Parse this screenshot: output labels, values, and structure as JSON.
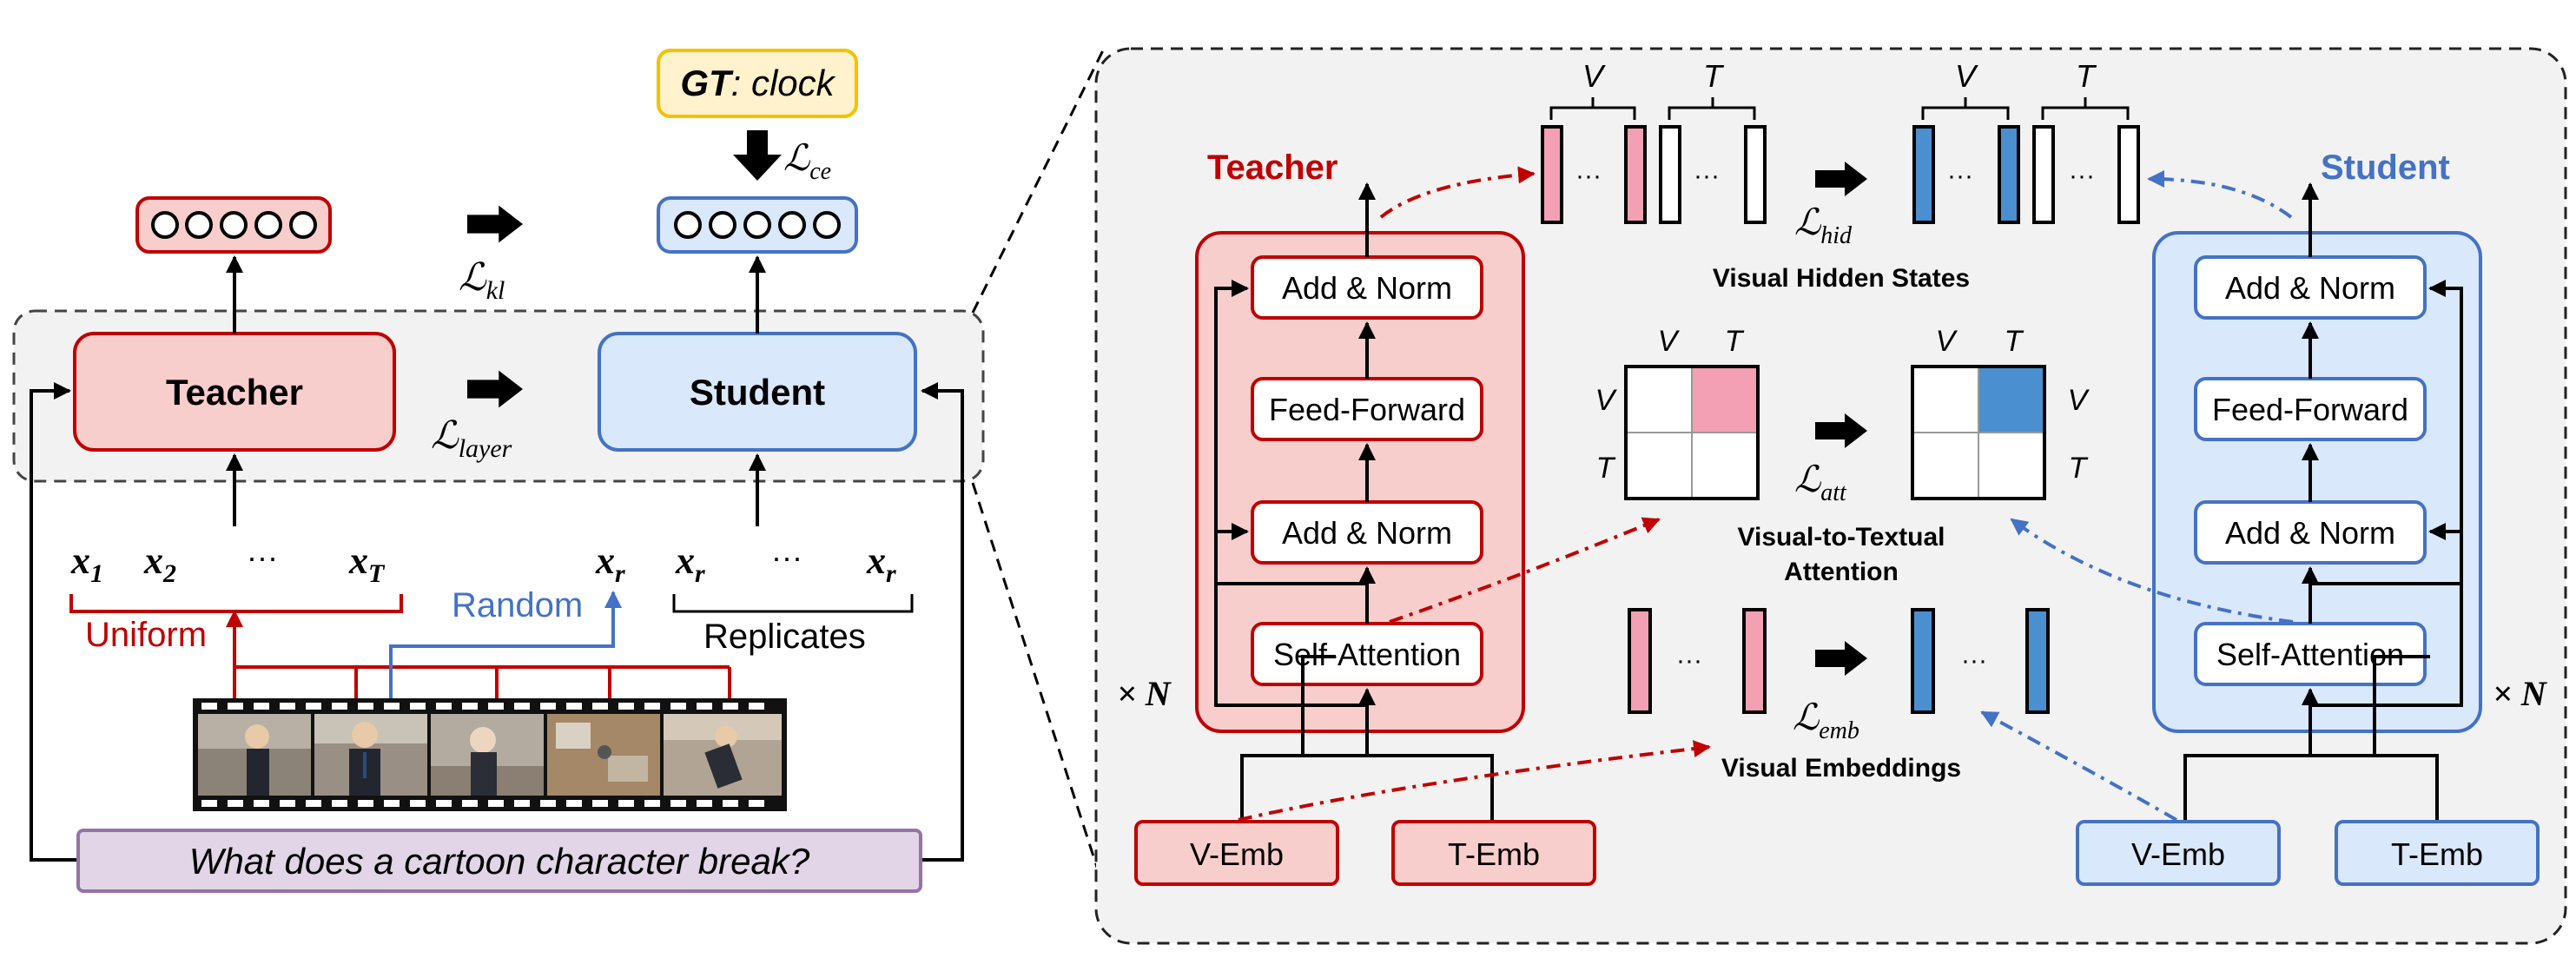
{
  "left": {
    "gt_tag": "GT",
    "gt_rest": ": clock",
    "teacher_label": "Teacher",
    "student_label": "Student",
    "loss_kl_main": "ℒ",
    "loss_kl_sub": "kl",
    "loss_layer_main": "ℒ",
    "loss_layer_sub": "layer",
    "loss_ce_main": "ℒ",
    "loss_ce_sub": "ce",
    "x1": "x",
    "x1_sub": "1",
    "x2": "x",
    "x2_sub": "2",
    "ellipsis": "···",
    "xT": "x",
    "xT_sub": "T",
    "xr": "x",
    "xr_sub": "r",
    "uniform": "Uniform",
    "random": "Random",
    "replicates": "Replicates",
    "question": "What does a cartoon character break?"
  },
  "right": {
    "teacher_title": "Teacher",
    "student_title": "Student",
    "add_norm": "Add & Norm",
    "feed_forward": "Feed-Forward",
    "self_attention": "Self-Attention",
    "v_emb": "V-Emb",
    "t_emb": "T-Emb",
    "times_n_left": "× N",
    "times_n_right": "× N",
    "V": "V",
    "T": "T",
    "dots": "···",
    "loss_hid_main": "ℒ",
    "loss_hid_sub": "hid",
    "loss_att_main": "ℒ",
    "loss_att_sub": "att",
    "loss_emb_main": "ℒ",
    "loss_emb_sub": "emb",
    "visual_hidden_states": "Visual Hidden States",
    "visual_to_textual_1": "Visual-to-Textual",
    "visual_to_textual_2": "Attention",
    "visual_embeddings": "Visual Embeddings"
  },
  "colors": {
    "teacher_red": "#c00000",
    "teacher_fill": "#f8cecc",
    "student_blue": "#4472c4",
    "student_fill": "#dae8fc",
    "pink": "#f4a0b4",
    "blue": "#4a8fd0",
    "gt_fill": "#fff2cc",
    "gt_border": "#f2c200",
    "question_fill": "#e1d5e7",
    "question_border": "#9673a6"
  }
}
